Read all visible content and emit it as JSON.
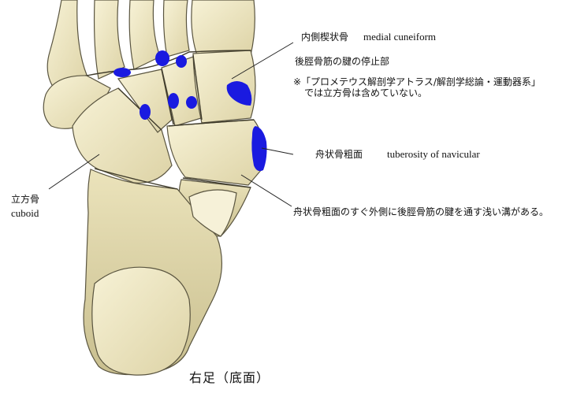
{
  "labels": {
    "medial_cuneiform_jp": "内側楔状骨",
    "medial_cuneiform_en": "medial cuneiform",
    "tendon_insertion": "後脛骨筋の腱の停止部",
    "note_line1": "※「プロメテウス解剖学アトラス/解剖学総論・運動器系」",
    "note_line2": "では立方骨は含めていない。",
    "navicular_tuberosity_jp": "舟状骨粗面",
    "navicular_tuberosity_en": "tuberosity of navicular",
    "groove_note": "舟状骨粗面のすぐ外側に後脛骨筋の腱を通す浅い溝がある。",
    "cuboid_jp": "立方骨",
    "cuboid_en": "cuboid",
    "caption": "右足（底面）"
  },
  "colors": {
    "bone": "#efe9c4",
    "bone_shade": "#d2c99c",
    "outline": "#5a5540",
    "insertion": "#1a1ae0",
    "leader": "#222222"
  }
}
